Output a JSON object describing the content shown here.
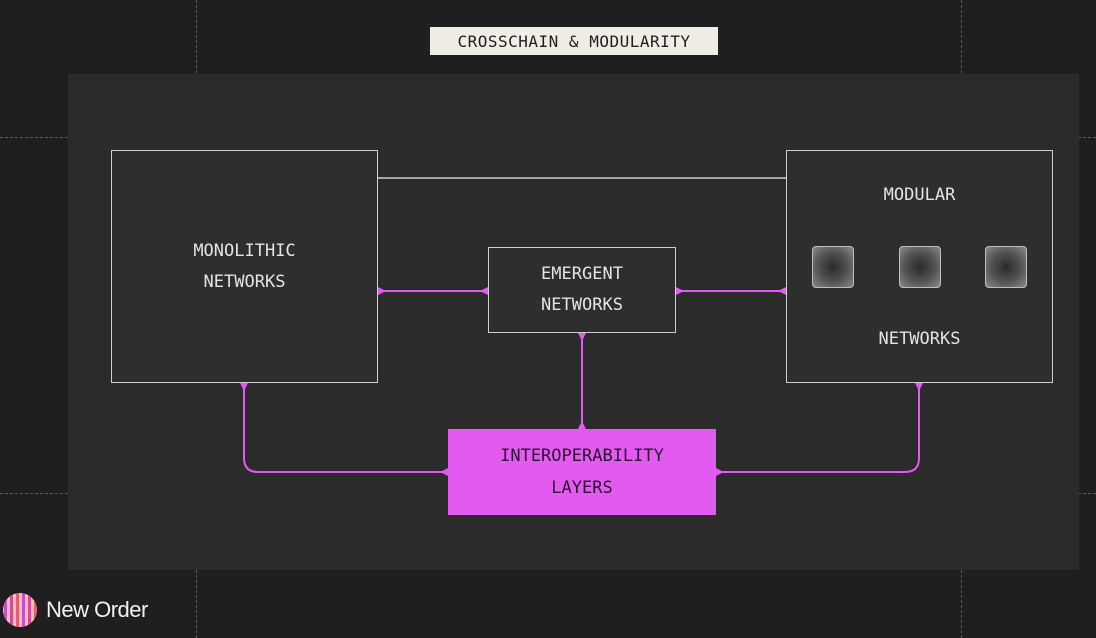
{
  "title": "CROSSCHAIN & MODULARITY",
  "nodes": {
    "monolithic": [
      "MONOLITHIC",
      "NETWORKS"
    ],
    "emergent": [
      "EMERGENT",
      "NETWORKS"
    ],
    "modular_top": "MODULAR",
    "modular_bottom": "NETWORKS",
    "interop": [
      "INTEROPERABILITY",
      "LAYERS"
    ]
  },
  "brand": {
    "name": "New Order"
  },
  "colors": {
    "background": "#1f1f1f",
    "panel": "#2b2b2b",
    "accent": "#e25af0",
    "title_bg": "#f0eee4"
  }
}
